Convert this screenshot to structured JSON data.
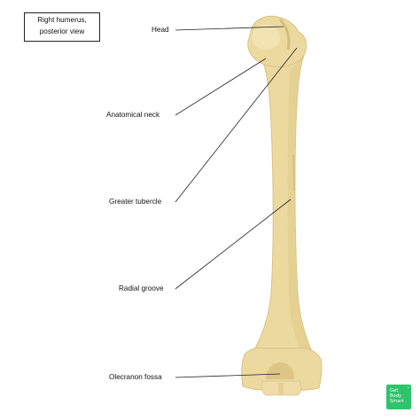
{
  "title": {
    "line1": "Right humerus,",
    "line2": "posterior view"
  },
  "labels": {
    "head": "Head",
    "anatomical_neck": "Anatomical neck",
    "greater_tubercle": "Greater tubercle",
    "radial_groove": "Radial groove",
    "olecranon_fossa": "Olecranon fossa"
  },
  "logo": {
    "line1": "Get",
    "line2": "Body",
    "line3": "Smart",
    "mark": "•"
  },
  "colors": {
    "bone": "#ecd9a0",
    "bone_shade": "#d8c384",
    "bone_highlight": "#f6e8bd",
    "leader_line": "#222222",
    "logo": "#2fc36b"
  }
}
